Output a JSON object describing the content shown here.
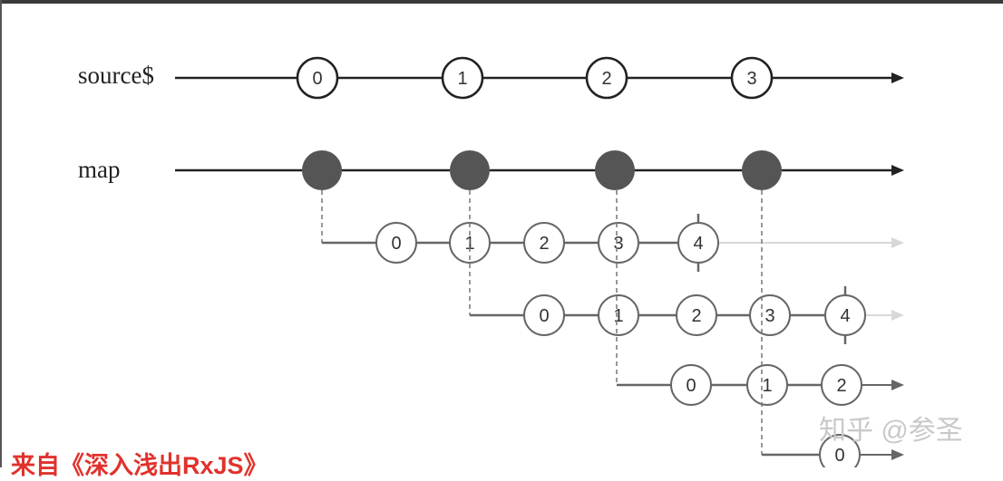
{
  "labels": {
    "source": "source$",
    "map": "map"
  },
  "source_values": [
    "0",
    "1",
    "2",
    "3"
  ],
  "inner_streams": [
    {
      "values": [
        "0",
        "1",
        "2",
        "3",
        "4"
      ],
      "unsubscribed_after": "4"
    },
    {
      "values": [
        "0",
        "1",
        "2",
        "3",
        "4"
      ],
      "unsubscribed_after": "4"
    },
    {
      "values": [
        "0",
        "1",
        "2"
      ]
    },
    {
      "values": [
        "0"
      ]
    }
  ],
  "caption": "来自《深入浅出RxJS》",
  "watermark": "知乎 @参圣",
  "colors": {
    "line": "#222222",
    "inner": "#666666",
    "faded": "#d8d8d8",
    "filled": "#555555",
    "caption": "#e0322c"
  }
}
